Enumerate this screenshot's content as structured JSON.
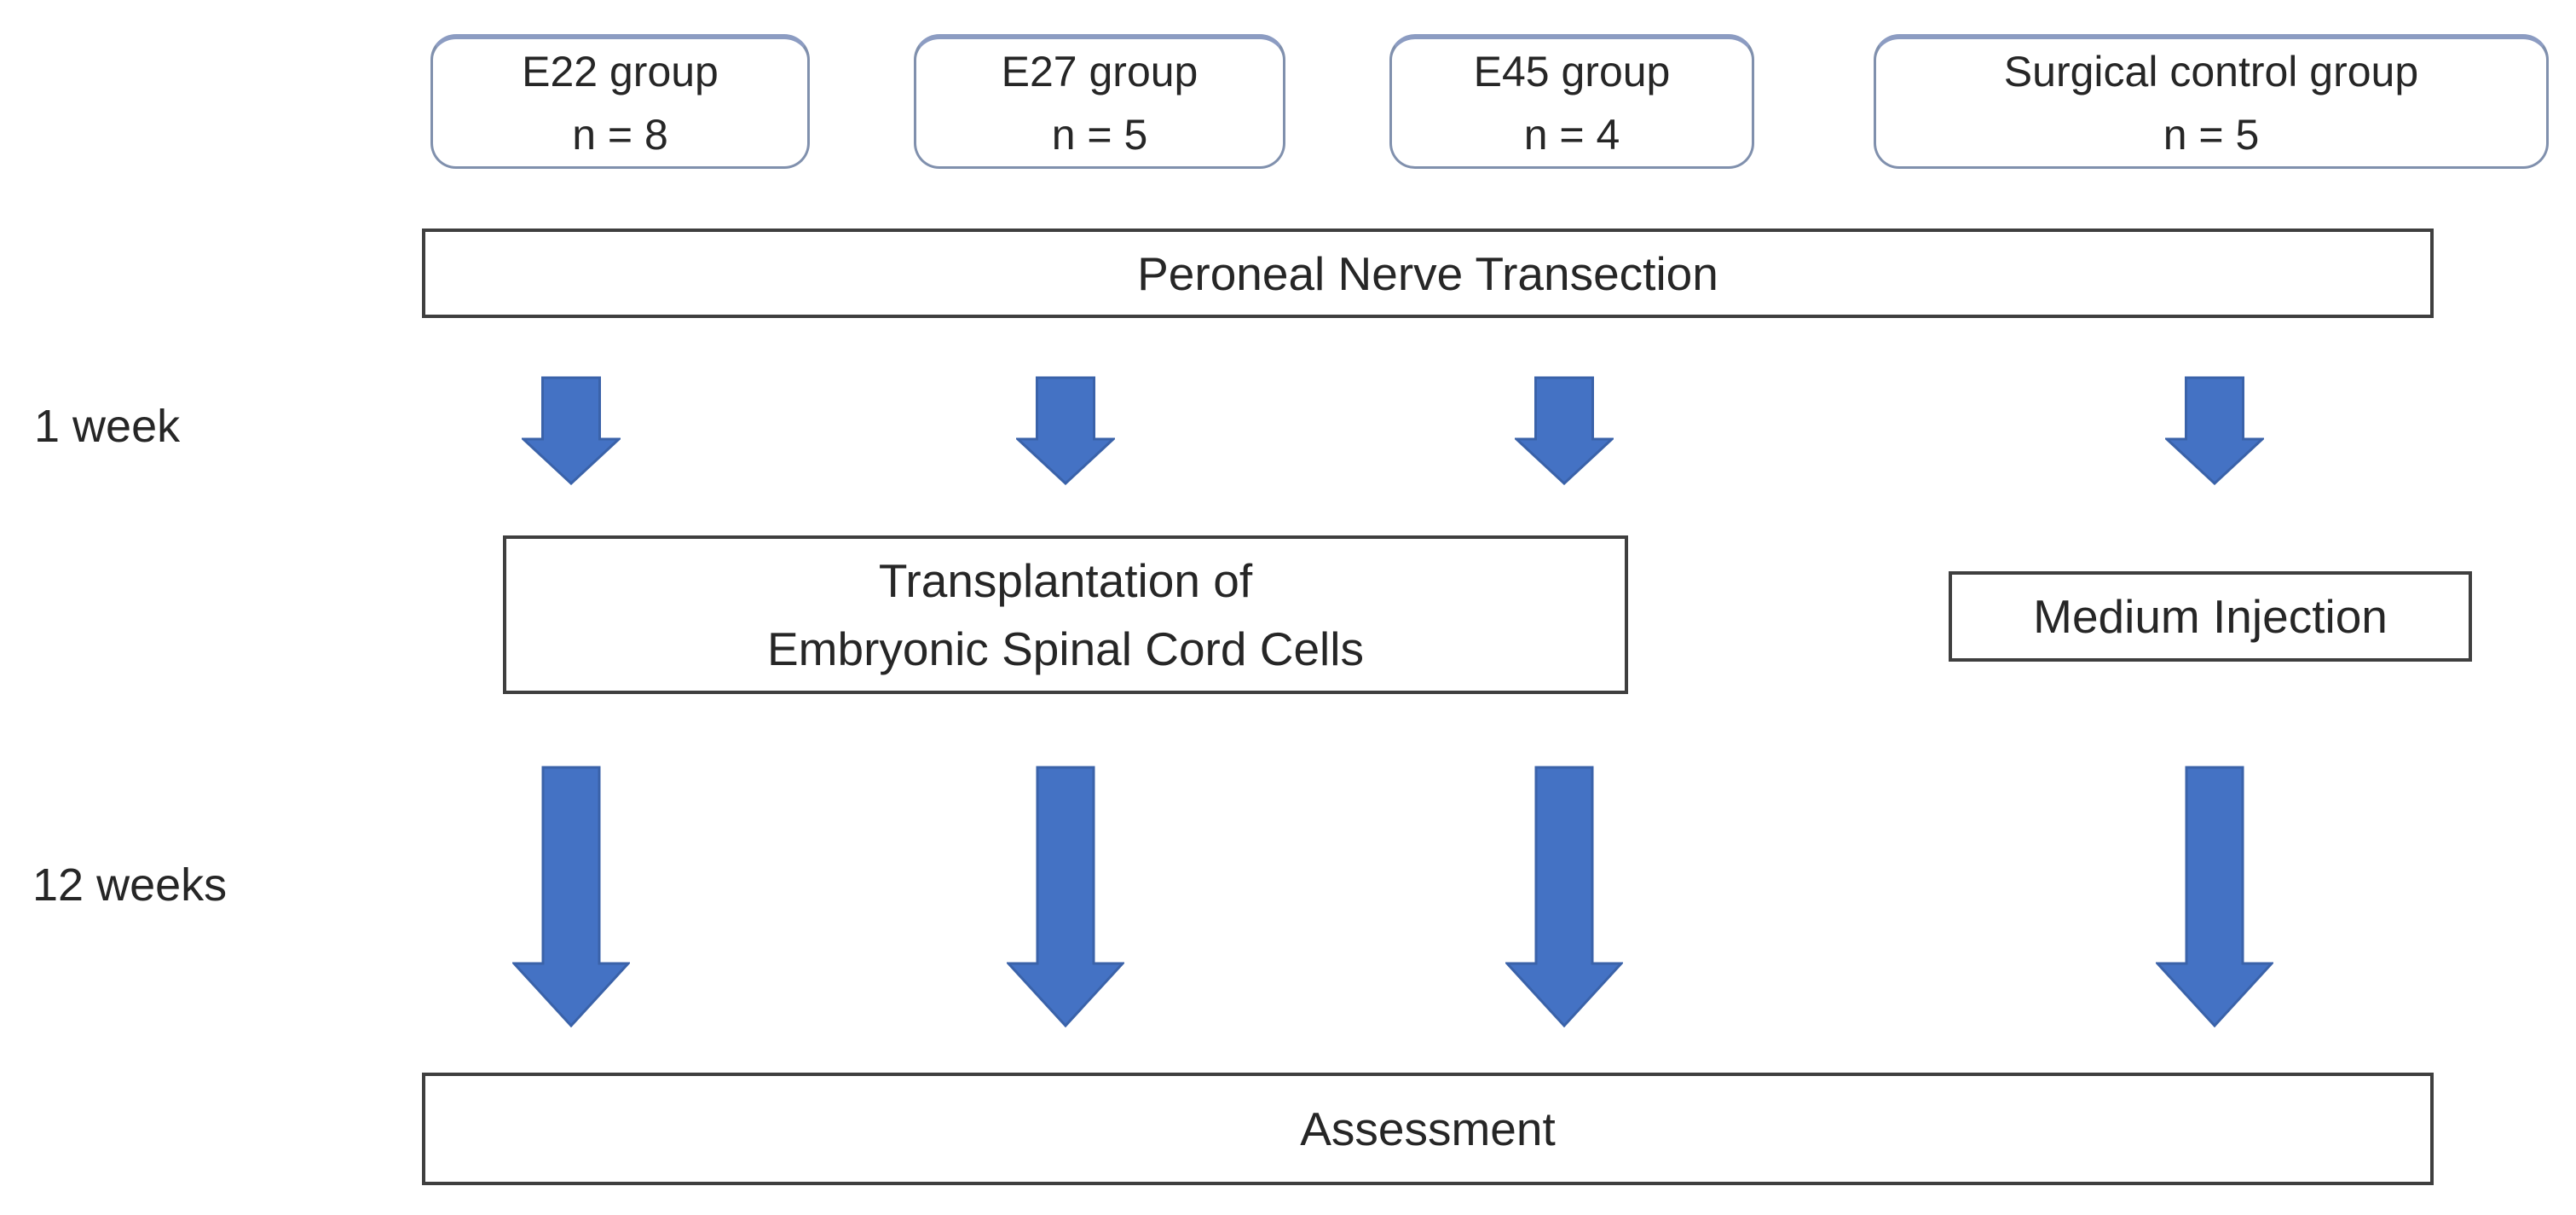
{
  "diagram": {
    "title_semantic": "Experimental design flowchart",
    "groups": [
      {
        "name": "E22 group",
        "n_label": "n = 8"
      },
      {
        "name": "E27 group",
        "n_label": "n = 5"
      },
      {
        "name": "E45 group",
        "n_label": "n = 4"
      },
      {
        "name": "Surgical control group",
        "n_label": "n = 5"
      }
    ],
    "steps": {
      "transection": "Peroneal Nerve Transection",
      "transplantation_line1": "Transplantation of",
      "transplantation_line2": "Embryonic Spinal Cord Cells",
      "medium_injection": "Medium Injection",
      "assessment": "Assessment"
    },
    "timeline": {
      "first_interval": "1 week",
      "second_interval": "12 weeks"
    },
    "colors": {
      "arrow_fill": "#4472c4",
      "arrow_stroke": "#3a62a9",
      "rounded_box_border": "#8090ad",
      "rounded_box_top": "#8c9cc2",
      "rect_box_border": "#3f3f3f",
      "text": "#262626",
      "background": "#ffffff"
    }
  }
}
